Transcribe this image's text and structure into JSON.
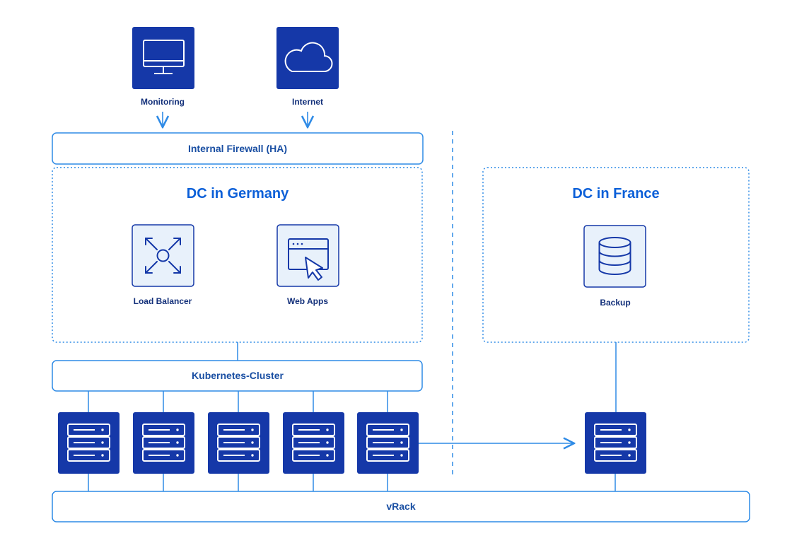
{
  "colors": {
    "primary": "#1538a8",
    "line": "#2f8be6",
    "title": "#0b5fd8",
    "label": "#13307a",
    "light_fill": "#e8f1fb"
  },
  "top_nodes": {
    "monitoring": {
      "label": "Monitoring",
      "icon": "monitor-icon"
    },
    "internet": {
      "label": "Internet",
      "icon": "cloud-icon"
    }
  },
  "firewall": {
    "label": "Internal Firewall (HA)"
  },
  "dc_germany": {
    "title": "DC in Germany",
    "nodes": {
      "load_balancer": {
        "label": "Load Balancer",
        "icon": "load-balancer-icon"
      },
      "web_apps": {
        "label": "Web Apps",
        "icon": "web-app-icon"
      }
    }
  },
  "dc_france": {
    "title": "DC in France",
    "nodes": {
      "backup": {
        "label": "Backup",
        "icon": "database-icon"
      }
    }
  },
  "kubernetes": {
    "label": "Kubernetes-Cluster"
  },
  "servers": {
    "germany_count": 5,
    "france_count": 1,
    "icon": "server-icon"
  },
  "vrack": {
    "label": "vRack"
  }
}
